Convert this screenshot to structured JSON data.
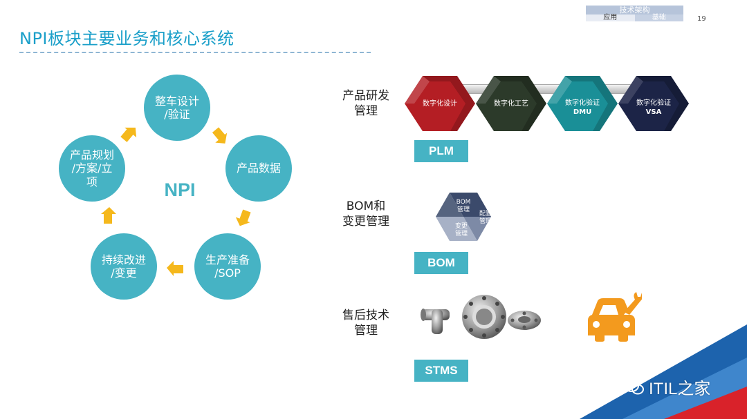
{
  "title": "NPI板块主要业务和核心系统",
  "nav": {
    "top": "技术架构",
    "app": "应用",
    "base": "基础"
  },
  "page_number": "19",
  "cycle": {
    "center": "NPI",
    "nodes": [
      {
        "label": "整车设计\n/验证"
      },
      {
        "label": "产品数据"
      },
      {
        "label": "生产准备\n/SOP"
      },
      {
        "label": "持续改进\n/变更"
      },
      {
        "label": "产品规划\n/方案/立\n项"
      }
    ]
  },
  "rows": [
    {
      "label": "产品研发\n管理",
      "system": "PLM"
    },
    {
      "label": "BOM和\n变更管理",
      "system": "BOM"
    },
    {
      "label": "售后技术\n管理",
      "system": "STMS"
    }
  ],
  "plm_chain": [
    {
      "line1": "数字化设计",
      "line2": "",
      "color": "#b41e24"
    },
    {
      "line1": "数字化工艺",
      "line2": "",
      "color": "#2c3a2a"
    },
    {
      "line1": "数字化验证",
      "line2": "DMU",
      "color": "#1a8f97"
    },
    {
      "line1": "数字化验证",
      "line2": "VSA",
      "color": "#1c2447"
    }
  ],
  "bom_hex": {
    "seg1": "BOM\n管理",
    "seg2": "配置\n管理",
    "seg3": "变更\n管理"
  },
  "watermark": "ITIL之家",
  "colors": {
    "accent": "#46b3c4",
    "title": "#1a9fc9",
    "arrow": "#f5b81c",
    "orange": "#f39a1e"
  }
}
